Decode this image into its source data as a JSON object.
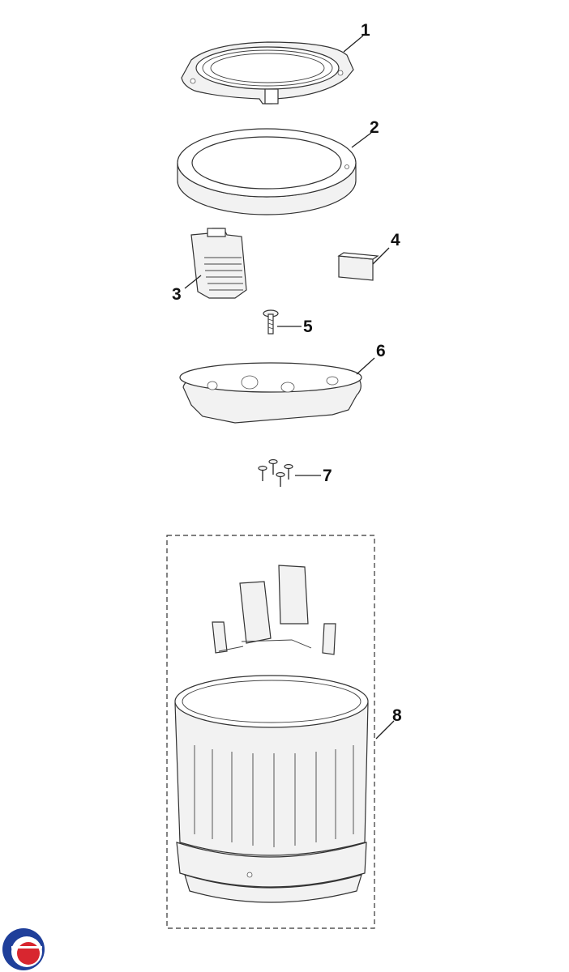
{
  "diagram": {
    "parts": [
      {
        "key": "lid",
        "icon": "lid-frame-icon",
        "number": "1"
      },
      {
        "key": "ring",
        "icon": "balance-ring-icon",
        "number": "2"
      },
      {
        "key": "filter",
        "icon": "lint-filter-icon",
        "number": "3"
      },
      {
        "key": "pad",
        "icon": "pad-icon",
        "number": "4"
      },
      {
        "key": "screw",
        "icon": "screw-icon",
        "number": "5"
      },
      {
        "key": "bracket",
        "icon": "tub-bracket-icon",
        "number": "6"
      },
      {
        "key": "screws",
        "icon": "screw-set-icon",
        "number": "7"
      },
      {
        "key": "basket",
        "icon": "wash-basket-icon",
        "number": "8"
      }
    ],
    "logo": {
      "icon": "brand-logo-icon",
      "colors": [
        "#1f3f9a",
        "#d8262f"
      ]
    }
  }
}
